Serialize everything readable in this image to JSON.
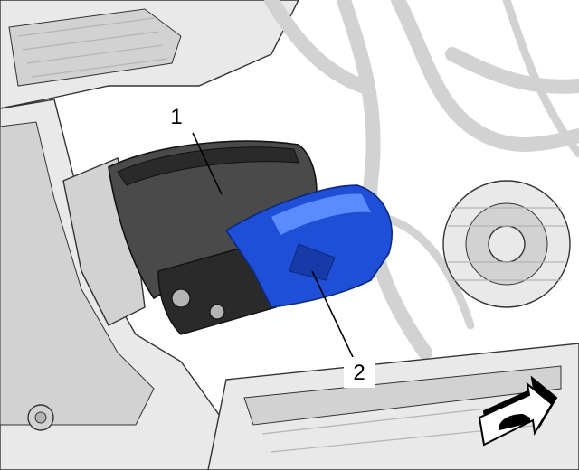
{
  "callouts": [
    {
      "label": "1",
      "part": "starter-motor"
    },
    {
      "label": "2",
      "part": "starter-solenoid-cover"
    }
  ],
  "colors": {
    "background": "#ffffff",
    "engine_light": "#e9e9e9",
    "engine_mid": "#d2d2d2",
    "engine_shade": "#b4b4b4",
    "outline": "#333333",
    "starter_dark": "#2a2a2a",
    "starter_mid": "#4a4a4a",
    "highlight_blue": "#1f4fd6",
    "highlight_blue_light": "#5b8cff",
    "callout_box": "#ffffff"
  },
  "icons": {
    "direction": "vehicle-front-arrow-icon"
  }
}
